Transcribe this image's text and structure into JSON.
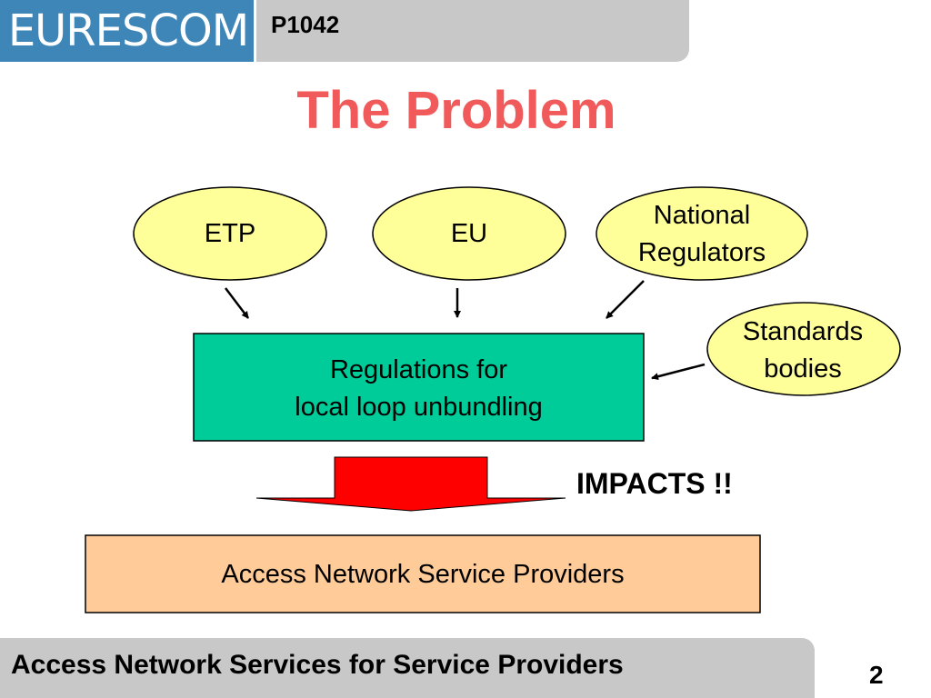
{
  "header": {
    "logo_text": "EURESCOM",
    "project_code": "P1042"
  },
  "title": "The Problem",
  "diagram": {
    "nodes": {
      "etp": "ETP",
      "eu": "EU",
      "national_regulators": "National\nRegulators",
      "standards_bodies": "Standards\nbodies",
      "regulations": "Regulations for\nlocal loop unbundling",
      "providers": "Access Network Service Providers"
    },
    "impacts_label": "IMPACTS !!"
  },
  "footer": {
    "text": "Access Network Services for Service Providers",
    "page_number": "2"
  },
  "colors": {
    "title": "#f05a5a",
    "logo_bg": "#3f86b8",
    "bar_gray": "#c8c8c8",
    "ellipse_fill": "#ffff99",
    "regulations_fill": "#00cc99",
    "providers_fill": "#ffcc99",
    "arrow_red": "#ff0000"
  }
}
